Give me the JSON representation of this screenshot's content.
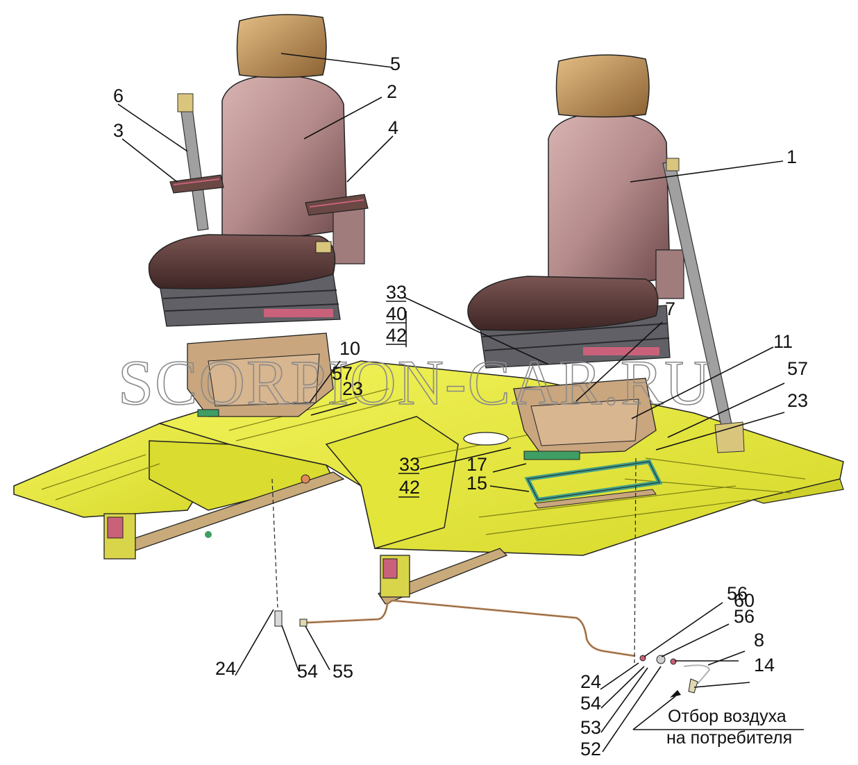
{
  "watermark": "SCORPION-CAR.RU",
  "callouts": {
    "c1": "1",
    "c2": "2",
    "c3": "3",
    "c4": "4",
    "c5": "5",
    "c6": "6",
    "c7": "7",
    "c8": "8",
    "c10": "10",
    "c11": "11",
    "c14": "14",
    "c15": "15",
    "c17": "17",
    "c23a": "23",
    "c23b": "23",
    "c24a": "24",
    "c24b": "24",
    "c33a": "33",
    "c40": "40",
    "c42a": "42",
    "c33b": "33",
    "c42b": "42",
    "c52": "52",
    "c53": "53",
    "c54a": "54",
    "c54b": "54",
    "c55": "55",
    "c56a": "56",
    "c56b": "56",
    "c57a": "57",
    "c57b": "57",
    "c60": "60"
  },
  "note": {
    "line1": "Отбор воздуха",
    "line2": "на потребителя"
  },
  "colors": {
    "floor": "#e7ea3a",
    "floor_dark": "#b9bc1e",
    "seat_back": "#b89091",
    "seat_cushion": "#5e3d3c",
    "headrest": "#c79a62",
    "bellows": "#6f6f74",
    "bracket": "#c9a67e",
    "belt": "#9b9b9b",
    "green_pad": "#3f9e63",
    "pipe": "#c8946a"
  }
}
